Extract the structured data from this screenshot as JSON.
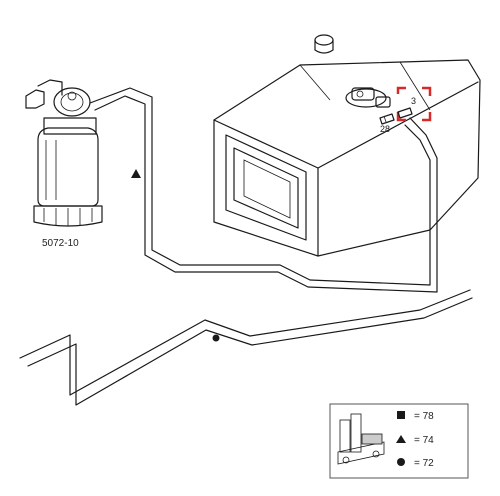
{
  "diagram": {
    "filter_part_number": "5072-10",
    "callouts": {
      "highlight_ref": "3",
      "fitting_ref": "28"
    },
    "legend": {
      "square_value": "= 78",
      "triangle_value": "= 74",
      "circle_value": "= 72"
    },
    "colors": {
      "line": "#1a1a1a",
      "highlight": "#d62a2a",
      "background": "#ffffff"
    }
  }
}
